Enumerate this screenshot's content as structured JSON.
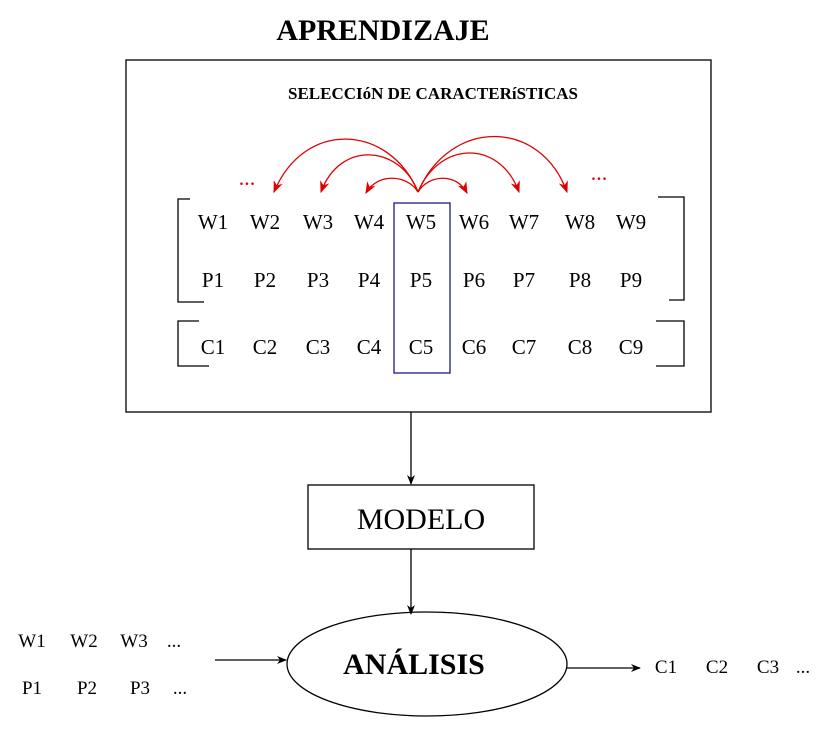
{
  "title": "APRENDIZAJE",
  "panel": {
    "subtitle": "SELECCIóN DE CARACTERíSTICAS",
    "left_dots": "...",
    "right_dots": "...",
    "words": [
      "W1",
      "W2",
      "W3",
      "W4",
      "W5",
      "W6",
      "W7",
      "W8",
      "W9"
    ],
    "pos": [
      "P1",
      "P2",
      "P3",
      "P4",
      "P5",
      "P6",
      "P7",
      "P8",
      "P9"
    ],
    "classes": [
      "C1",
      "C2",
      "C3",
      "C4",
      "C5",
      "C6",
      "C7",
      "C8",
      "C9"
    ]
  },
  "model_label": "MODELO",
  "analysis_label": "ANÁLISIS",
  "input": {
    "words": [
      "W1",
      "W2",
      "W3",
      "..."
    ],
    "pos": [
      "P1",
      "P2",
      "P3",
      "..."
    ]
  },
  "output": {
    "classes": [
      "C1",
      "C2",
      "C3",
      "..."
    ]
  },
  "colors": {
    "arcs": "#e00000",
    "highlight_box": "#1a1a80"
  }
}
